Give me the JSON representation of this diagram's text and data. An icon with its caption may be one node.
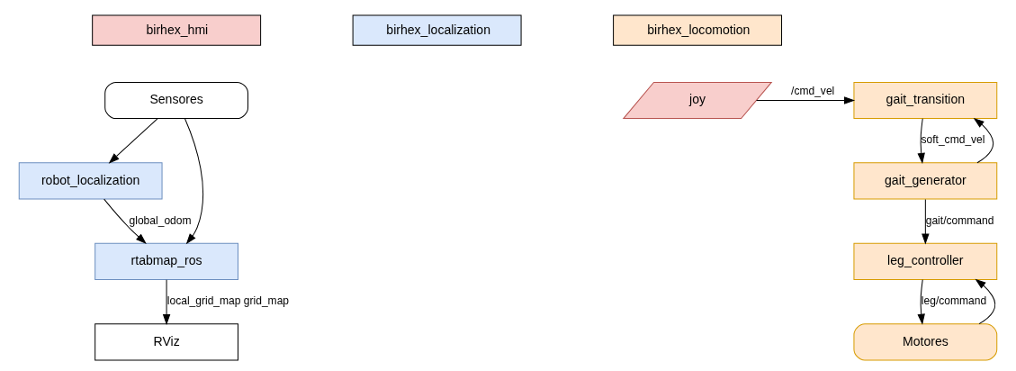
{
  "diagram": {
    "nodes": [
      {
        "text": [
          "joy"
        ]
      },
      {
        "text": [
          "gait_transition"
        ]
      },
      {
        "text": [
          "Sensores"
        ]
      },
      {
        "text": [
          "gait_generator"
        ]
      },
      {
        "text": [
          "robot_localization"
        ]
      },
      {
        "text": [
          "rtabmap_ros"
        ]
      },
      {
        "text": [
          "leg_controller"
        ]
      },
      {
        "text": [
          "RViz"
        ]
      },
      {
        "text": [
          "Motores"
        ]
      }
    ],
    "edges": [
      {
        "from": 0,
        "to": 1,
        "arrow": "to",
        "label": "/cmd_vel"
      },
      {
        "from": 1,
        "to": 3,
        "arrow": "to",
        "label": "soft_cmd_vel"
      },
      {
        "from": 3,
        "to": 1,
        "arrow": "to"
      },
      {
        "from": 2,
        "to": 4,
        "arrow": "to"
      },
      {
        "from": 2,
        "to": 5,
        "arrow": "to"
      },
      {
        "from": 3,
        "to": 6,
        "arrow": "to",
        "label": "gait/command"
      },
      {
        "from": 4,
        "to": 5,
        "arrow": "to",
        "label": "global_odom"
      },
      {
        "from": 5,
        "to": 7,
        "arrow": "to",
        "label": "local_grid_map grid_map"
      },
      {
        "from": 6,
        "to": 8,
        "arrow": "to",
        "label": "leg/command"
      },
      {
        "from": 8,
        "to": 6,
        "arrow": "to"
      }
    ],
    "legend": [
      {
        "text": "birhex_hmi",
        "color": "#f8cecc"
      },
      {
        "text": "birhex_localization",
        "color": "#dae8fc"
      },
      {
        "text": "birhex_locomotion",
        "color": "#ffe6cc"
      }
    ]
  }
}
